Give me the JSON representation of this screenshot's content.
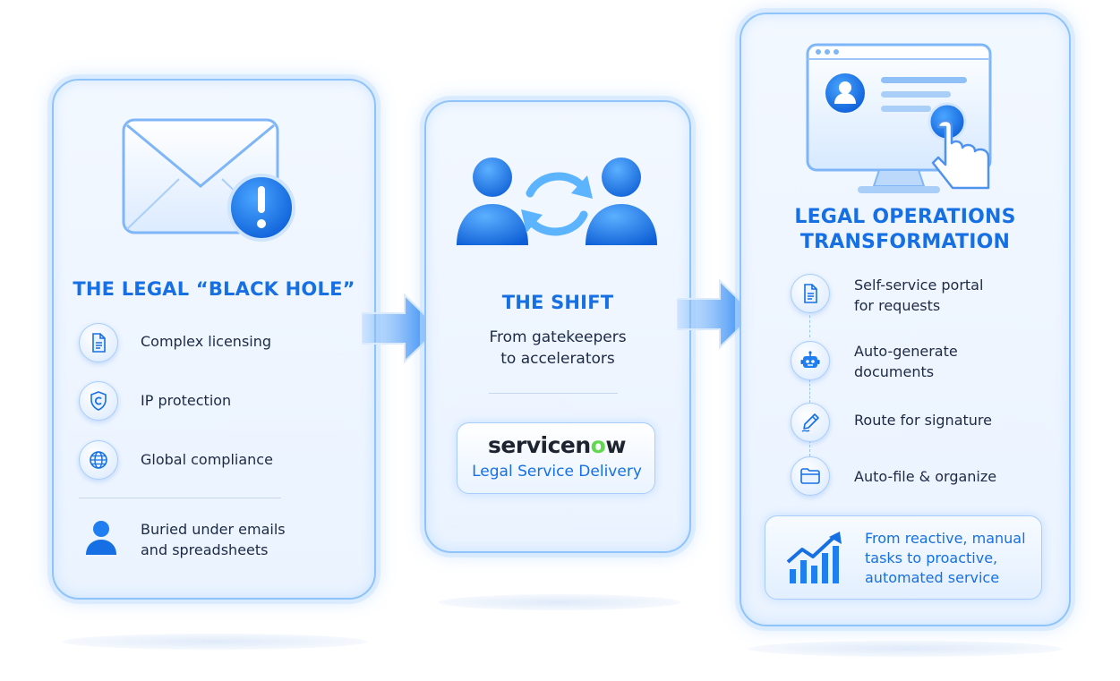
{
  "colors": {
    "accent": "#1670e4",
    "text": "#1d2a44",
    "panel_border": "#8fc4fb",
    "logo_dot": "#62d84e"
  },
  "panel1": {
    "title": "THE LEGAL “BLACK HOLE”",
    "items": [
      {
        "icon": "document-icon",
        "label": "Complex licensing"
      },
      {
        "icon": "copyright-icon",
        "label": "IP protection"
      },
      {
        "icon": "globe-icon",
        "label": "Global compliance"
      }
    ],
    "footer": {
      "icon": "person-icon",
      "line1": "Buried under emails",
      "line2": "and spreadsheets"
    }
  },
  "panel2": {
    "title": "THE SHIFT",
    "line1": "From gatekeepers",
    "line2": "to accelerators",
    "logo_prefix": "servicen",
    "logo_o": "o",
    "logo_suffix": "w",
    "logo_subtitle": "Legal Service Delivery"
  },
  "panel3": {
    "title_line1": "LEGAL OPERATIONS",
    "title_line2": "TRANSFORMATION",
    "steps": [
      {
        "icon": "document-icon",
        "line1": "Self-service portal",
        "line2": "for requests"
      },
      {
        "icon": "robot-icon",
        "line1": "Auto-generate",
        "line2": "documents"
      },
      {
        "icon": "pen-icon",
        "line1": "Route for signature",
        "line2": ""
      },
      {
        "icon": "folder-icon",
        "line1": "Auto-file & organize",
        "line2": ""
      }
    ],
    "result": {
      "icon": "growth-chart-icon",
      "line1": "From reactive, manual",
      "line2": "tasks to proactive,",
      "line3": "automated service"
    }
  }
}
